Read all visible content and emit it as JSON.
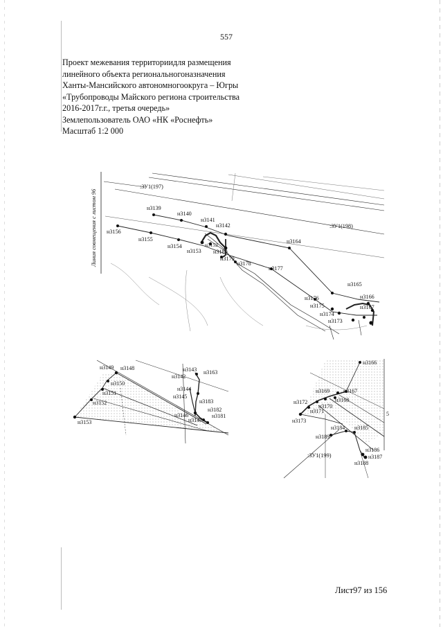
{
  "page": {
    "page_number": "557",
    "sheet_label": "Лист97 из 156"
  },
  "header": {
    "lines": [
      "Проект межевания территориидля размещения",
      "линейного объекта региональногоназначения",
      "Ханты-Мансийского автономногоокруга – Югры",
      "«Трубопроводы Майского региона строительства",
      "2016-2017г.г., третья очередь»",
      "Землепользователь ОАО «НК «Роснефть»",
      "Масштаб 1:2 000"
    ]
  },
  "main_map": {
    "side_label": "Линия совмещения с листом 96",
    "parcel_labels": [
      ":ЗУ1(197)",
      ":ЗУ1(198)"
    ],
    "points": [
      {
        "label": "н3139"
      },
      {
        "label": "н3140"
      },
      {
        "label": "н3141"
      },
      {
        "label": "н3142"
      },
      {
        "label": "н3156"
      },
      {
        "label": "н3155"
      },
      {
        "label": "н3154"
      },
      {
        "label": "н3153"
      },
      {
        "label": "н3152"
      },
      {
        "label": "н3180"
      },
      {
        "label": "н3179"
      },
      {
        "label": "н3178"
      },
      {
        "label": "н3177"
      },
      {
        "label": "н3164"
      },
      {
        "label": "н3165"
      },
      {
        "label": "н3166"
      },
      {
        "label": "н3176"
      },
      {
        "label": "н3175"
      },
      {
        "label": "н3174"
      },
      {
        "label": "н3173"
      },
      {
        "label": "н3167"
      }
    ]
  },
  "inset_left": {
    "points": [
      {
        "label": "н3149"
      },
      {
        "label": "н3148"
      },
      {
        "label": "н3150"
      },
      {
        "label": "н3151"
      },
      {
        "label": "н3152"
      },
      {
        "label": "н3153"
      },
      {
        "label": "н3143"
      },
      {
        "label": "н3142"
      },
      {
        "label": "н3163"
      },
      {
        "label": "н3144"
      },
      {
        "label": "н3145"
      },
      {
        "label": "н3183"
      },
      {
        "label": "н3182"
      },
      {
        "label": "н3146"
      },
      {
        "label": "н3147"
      },
      {
        "label": "н3181"
      }
    ]
  },
  "inset_right": {
    "parcel_label": ":ЗУ1(199)",
    "edge_mark": "5",
    "points": [
      {
        "label": "н3166"
      },
      {
        "label": "н3169"
      },
      {
        "label": "н3167"
      },
      {
        "label": "н3172"
      },
      {
        "label": "н3170"
      },
      {
        "label": "н3168"
      },
      {
        "label": "н3171"
      },
      {
        "label": "н3173"
      },
      {
        "label": "н3184"
      },
      {
        "label": "н3185"
      },
      {
        "label": "н3189"
      },
      {
        "label": "н3186"
      },
      {
        "label": "н3187"
      },
      {
        "label": "н3188"
      }
    ]
  }
}
